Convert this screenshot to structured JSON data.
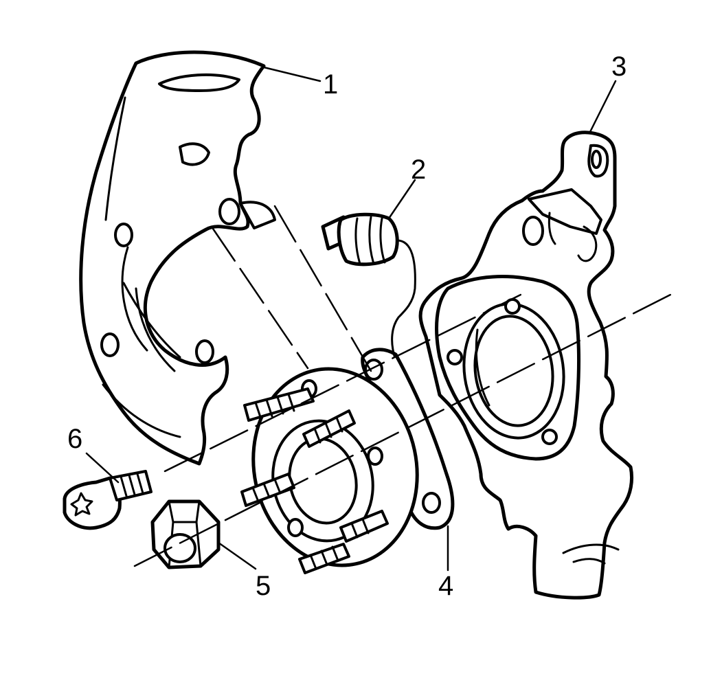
{
  "diagram": {
    "type": "exploded-assembly-illustration",
    "line_color": "#000000",
    "background_color": "#ffffff",
    "callouts": [
      {
        "id": "1",
        "label": "1"
      },
      {
        "id": "2",
        "label": "2"
      },
      {
        "id": "3",
        "label": "3"
      },
      {
        "id": "4",
        "label": "4"
      },
      {
        "id": "5",
        "label": "5"
      },
      {
        "id": "6",
        "label": "6"
      }
    ]
  }
}
